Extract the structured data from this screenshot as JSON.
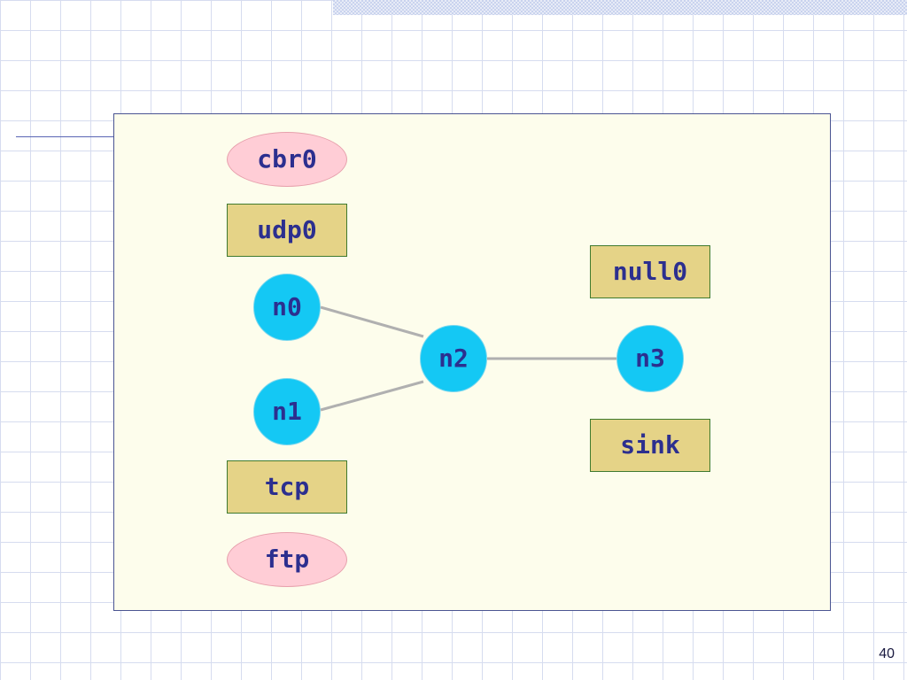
{
  "diagram": {
    "labels": {
      "cbr0": "cbr0",
      "udp0": "udp0",
      "n0": "n0",
      "n1": "n1",
      "n2": "n2",
      "n3": "n3",
      "null0": "null0",
      "sink": "sink",
      "tcp": "tcp",
      "ftp": "ftp"
    },
    "links": [
      {
        "from": "n0",
        "to": "n2"
      },
      {
        "from": "n1",
        "to": "n2"
      },
      {
        "from": "n2",
        "to": "n3"
      }
    ],
    "colors": {
      "panel_fill": "#fdfdec",
      "panel_border": "#4a5492",
      "node_fill": "#14c8f4",
      "agent_box_fill": "#e5d387",
      "agent_box_border": "#3f7a2f",
      "application_fill": "#ffcdd6",
      "label_text": "#2c2f8f",
      "link_stroke": "#b0b0b0"
    }
  },
  "footer": {
    "page_number": "40"
  }
}
